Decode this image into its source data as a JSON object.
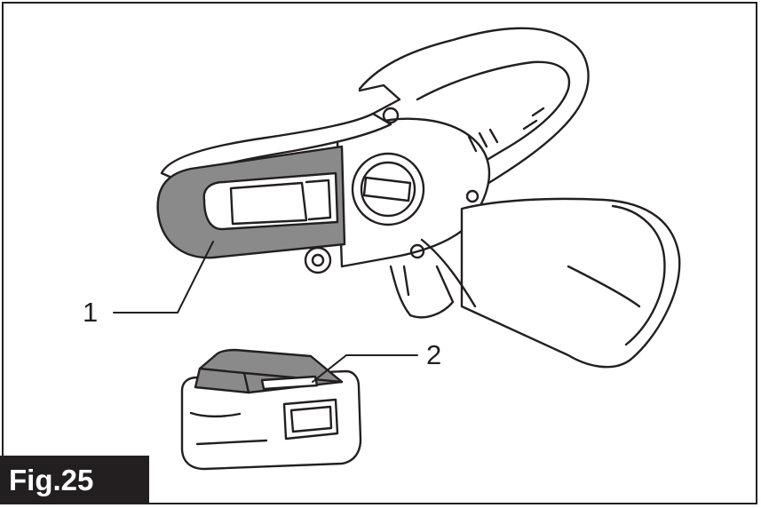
{
  "figure": {
    "label": "Fig.25"
  },
  "callouts": [
    {
      "number": "1"
    },
    {
      "number": "2"
    }
  ],
  "colors": {
    "ink": "#231f20",
    "highlight": "#8a8a8a",
    "paper": "#ffffff"
  },
  "icons": [
    "chainsaw-tool-illustration",
    "battery-cartridge-illustration"
  ]
}
